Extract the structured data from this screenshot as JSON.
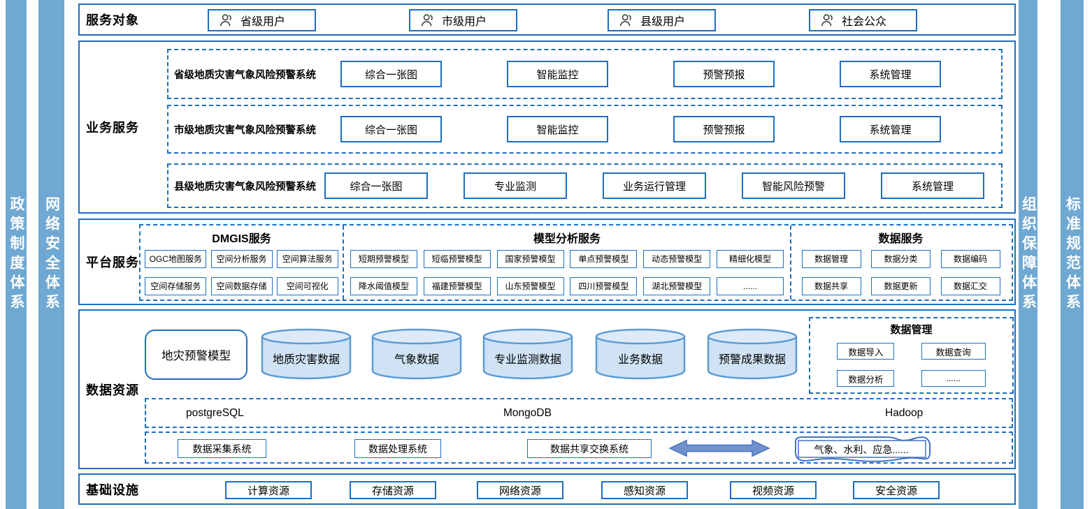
{
  "colors": {
    "border_blue": "#1e6fbf",
    "pillar_blue": "#6fa8d2",
    "cylinder_fill": "#cfe3f5",
    "cylinder_top_fill": "#ddeafa",
    "cylinder_stroke": "#5b9bd5",
    "arrow_fill": "#7191cc",
    "arrow_stroke": "#4472c4",
    "text": "#000000"
  },
  "pillars": {
    "left": [
      "政策制度体系",
      "网络安全体系"
    ],
    "right": [
      "组织保障体系",
      "标准规范体系"
    ]
  },
  "service_targets": {
    "title": "服务对象",
    "items": [
      "省级用户",
      "市级用户",
      "县级用户",
      "社会公众"
    ]
  },
  "business_services": {
    "title": "业务服务",
    "groups": [
      {
        "name": "省级地质灾害气象风险预警系统",
        "modules": [
          "综合一张图",
          "智能监控",
          "预警预报",
          "系统管理"
        ]
      },
      {
        "name": "市级地质灾害气象风险预警系统",
        "modules": [
          "综合一张图",
          "智能监控",
          "预警预报",
          "系统管理"
        ]
      },
      {
        "name": "县级地质灾害气象风险预警系统",
        "modules": [
          "综合一张图",
          "专业监测",
          "业务运行管理",
          "智能风险预警",
          "系统管理"
        ]
      }
    ]
  },
  "platform_services": {
    "title": "平台服务",
    "sections": [
      {
        "name": "DMGIS服务",
        "rows": [
          [
            "OGC地图服务",
            "空间分析服务",
            "空间算法服务"
          ],
          [
            "空间存储服务",
            "空间数据存储",
            "空间可视化"
          ]
        ]
      },
      {
        "name": "模型分析服务",
        "rows": [
          [
            "短期预警模型",
            "短临预警模型",
            "国家预警模型",
            "单点预警模型",
            "动态预警模型",
            "精细化模型"
          ],
          [
            "降水阈值模型",
            "福建预警模型",
            "山东预警模型",
            "四川预警模型",
            "湖北预警模型",
            "......"
          ]
        ]
      },
      {
        "name": "数据服务",
        "rows": [
          [
            "数据管理",
            "数据分类",
            "数据编码"
          ],
          [
            "数据共享",
            "数据更新",
            "数据汇交"
          ]
        ]
      }
    ]
  },
  "data_resources": {
    "title": "数据资源",
    "model_box": "地灾预警模型",
    "cylinders": [
      "地质灾害数据",
      "气象数据",
      "专业监测数据",
      "业务数据",
      "预警成果数据"
    ],
    "data_management": {
      "title": "数据管理",
      "items": [
        "数据导入",
        "数据查询",
        "数据分析",
        "......"
      ]
    },
    "databases": [
      "postgreSQL",
      "MongoDB",
      "Hadoop"
    ],
    "systems": [
      "数据采集系统",
      "数据处理系统",
      "数据共享交换系统"
    ],
    "external_link": "气象、水利、应急......"
  },
  "infrastructure": {
    "title": "基础设施",
    "items": [
      "计算资源",
      "存储资源",
      "网络资源",
      "感知资源",
      "视频资源",
      "安全资源"
    ]
  }
}
